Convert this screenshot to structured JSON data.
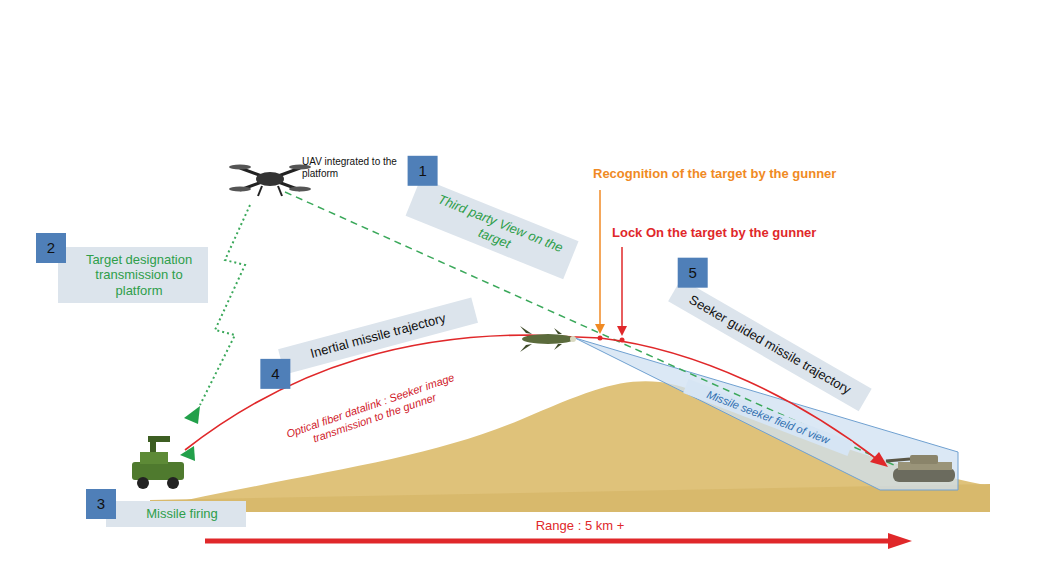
{
  "diagram": {
    "nodes": [
      {
        "text": [
          "1",
          "Third party View on the target"
        ]
      },
      {
        "text": [
          "2",
          "Target designation transmission to platform"
        ]
      },
      {
        "text": [
          "3",
          "Missile firing"
        ]
      },
      {
        "text": [
          "4",
          "Inertial missile trajectory"
        ]
      },
      {
        "text": [
          "5",
          "Seeker guided missile trajectory"
        ]
      }
    ],
    "labels": [
      "UAV integrated to the platform",
      "Recognition of the target by the gunner",
      "Lock On the target by the gunner",
      "Optical fiber datalink : Seeker image transmission to the gunner",
      "Missile seeker field of view",
      "Range : 5 km +"
    ]
  }
}
